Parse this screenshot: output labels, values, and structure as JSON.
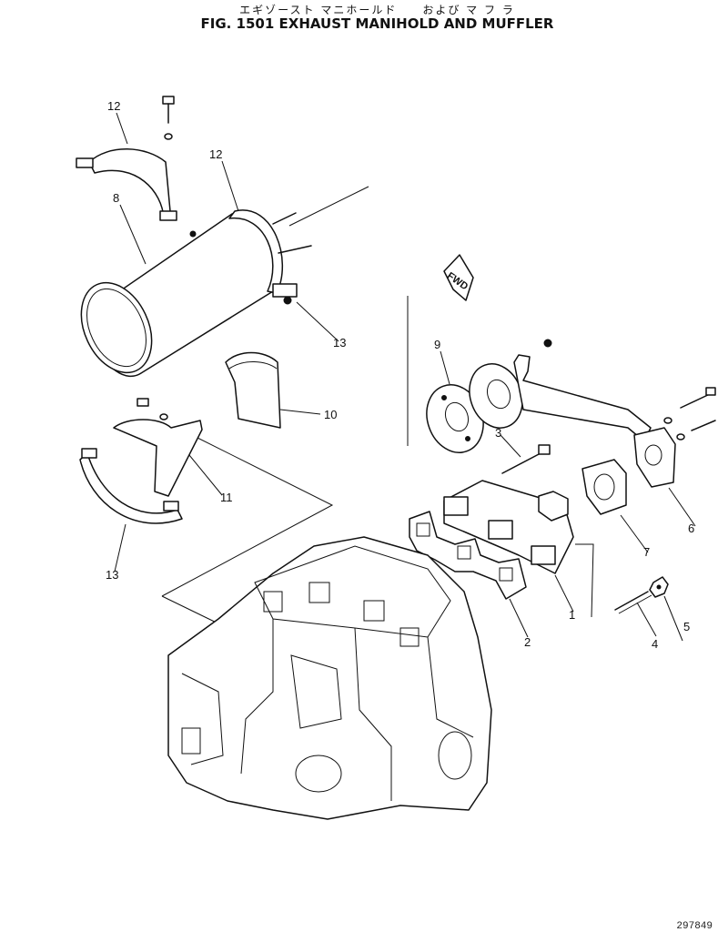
{
  "title_jp": "エギゾースト マニホールド　　および マ フ ラ",
  "title_en": "FIG. 1501 EXHAUST MANIHOLD AND MUFFLER",
  "fwd_label": "FWD",
  "callouts": [
    "1",
    "2",
    "3",
    "4",
    "5",
    "6",
    "7",
    "8",
    "9",
    "10",
    "11",
    "12",
    "12",
    "13",
    "13"
  ],
  "drawing_code": "297849"
}
